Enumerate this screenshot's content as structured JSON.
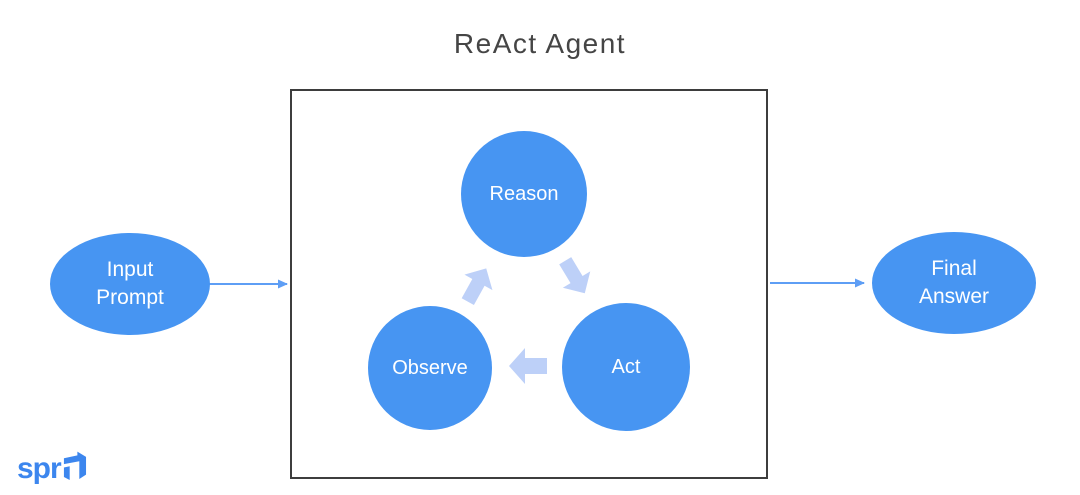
{
  "title": "ReAct Agent",
  "diagram": {
    "loop_nodes": {
      "reason": "Reason",
      "act": "Act",
      "observe": "Observe"
    },
    "input_node": "Input Prompt",
    "output_node": "Final Answer",
    "icons": {
      "loop_arrows": [
        "observe-to-reason-arrow",
        "reason-to-act-arrow",
        "act-to-observe-arrow"
      ],
      "flow_arrows": [
        "input-arrow",
        "output-arrow"
      ]
    }
  },
  "logo": {
    "text": "spr",
    "icon": "cube-arrow-icon"
  },
  "colors": {
    "node_fill": "#4795f2",
    "loop_arrow": "#bdd0f8",
    "flow_arrow": "#5e9ef5",
    "box_border": "#3d3d3d",
    "title_text": "#454545",
    "logo_blue": "#3c86ee"
  }
}
